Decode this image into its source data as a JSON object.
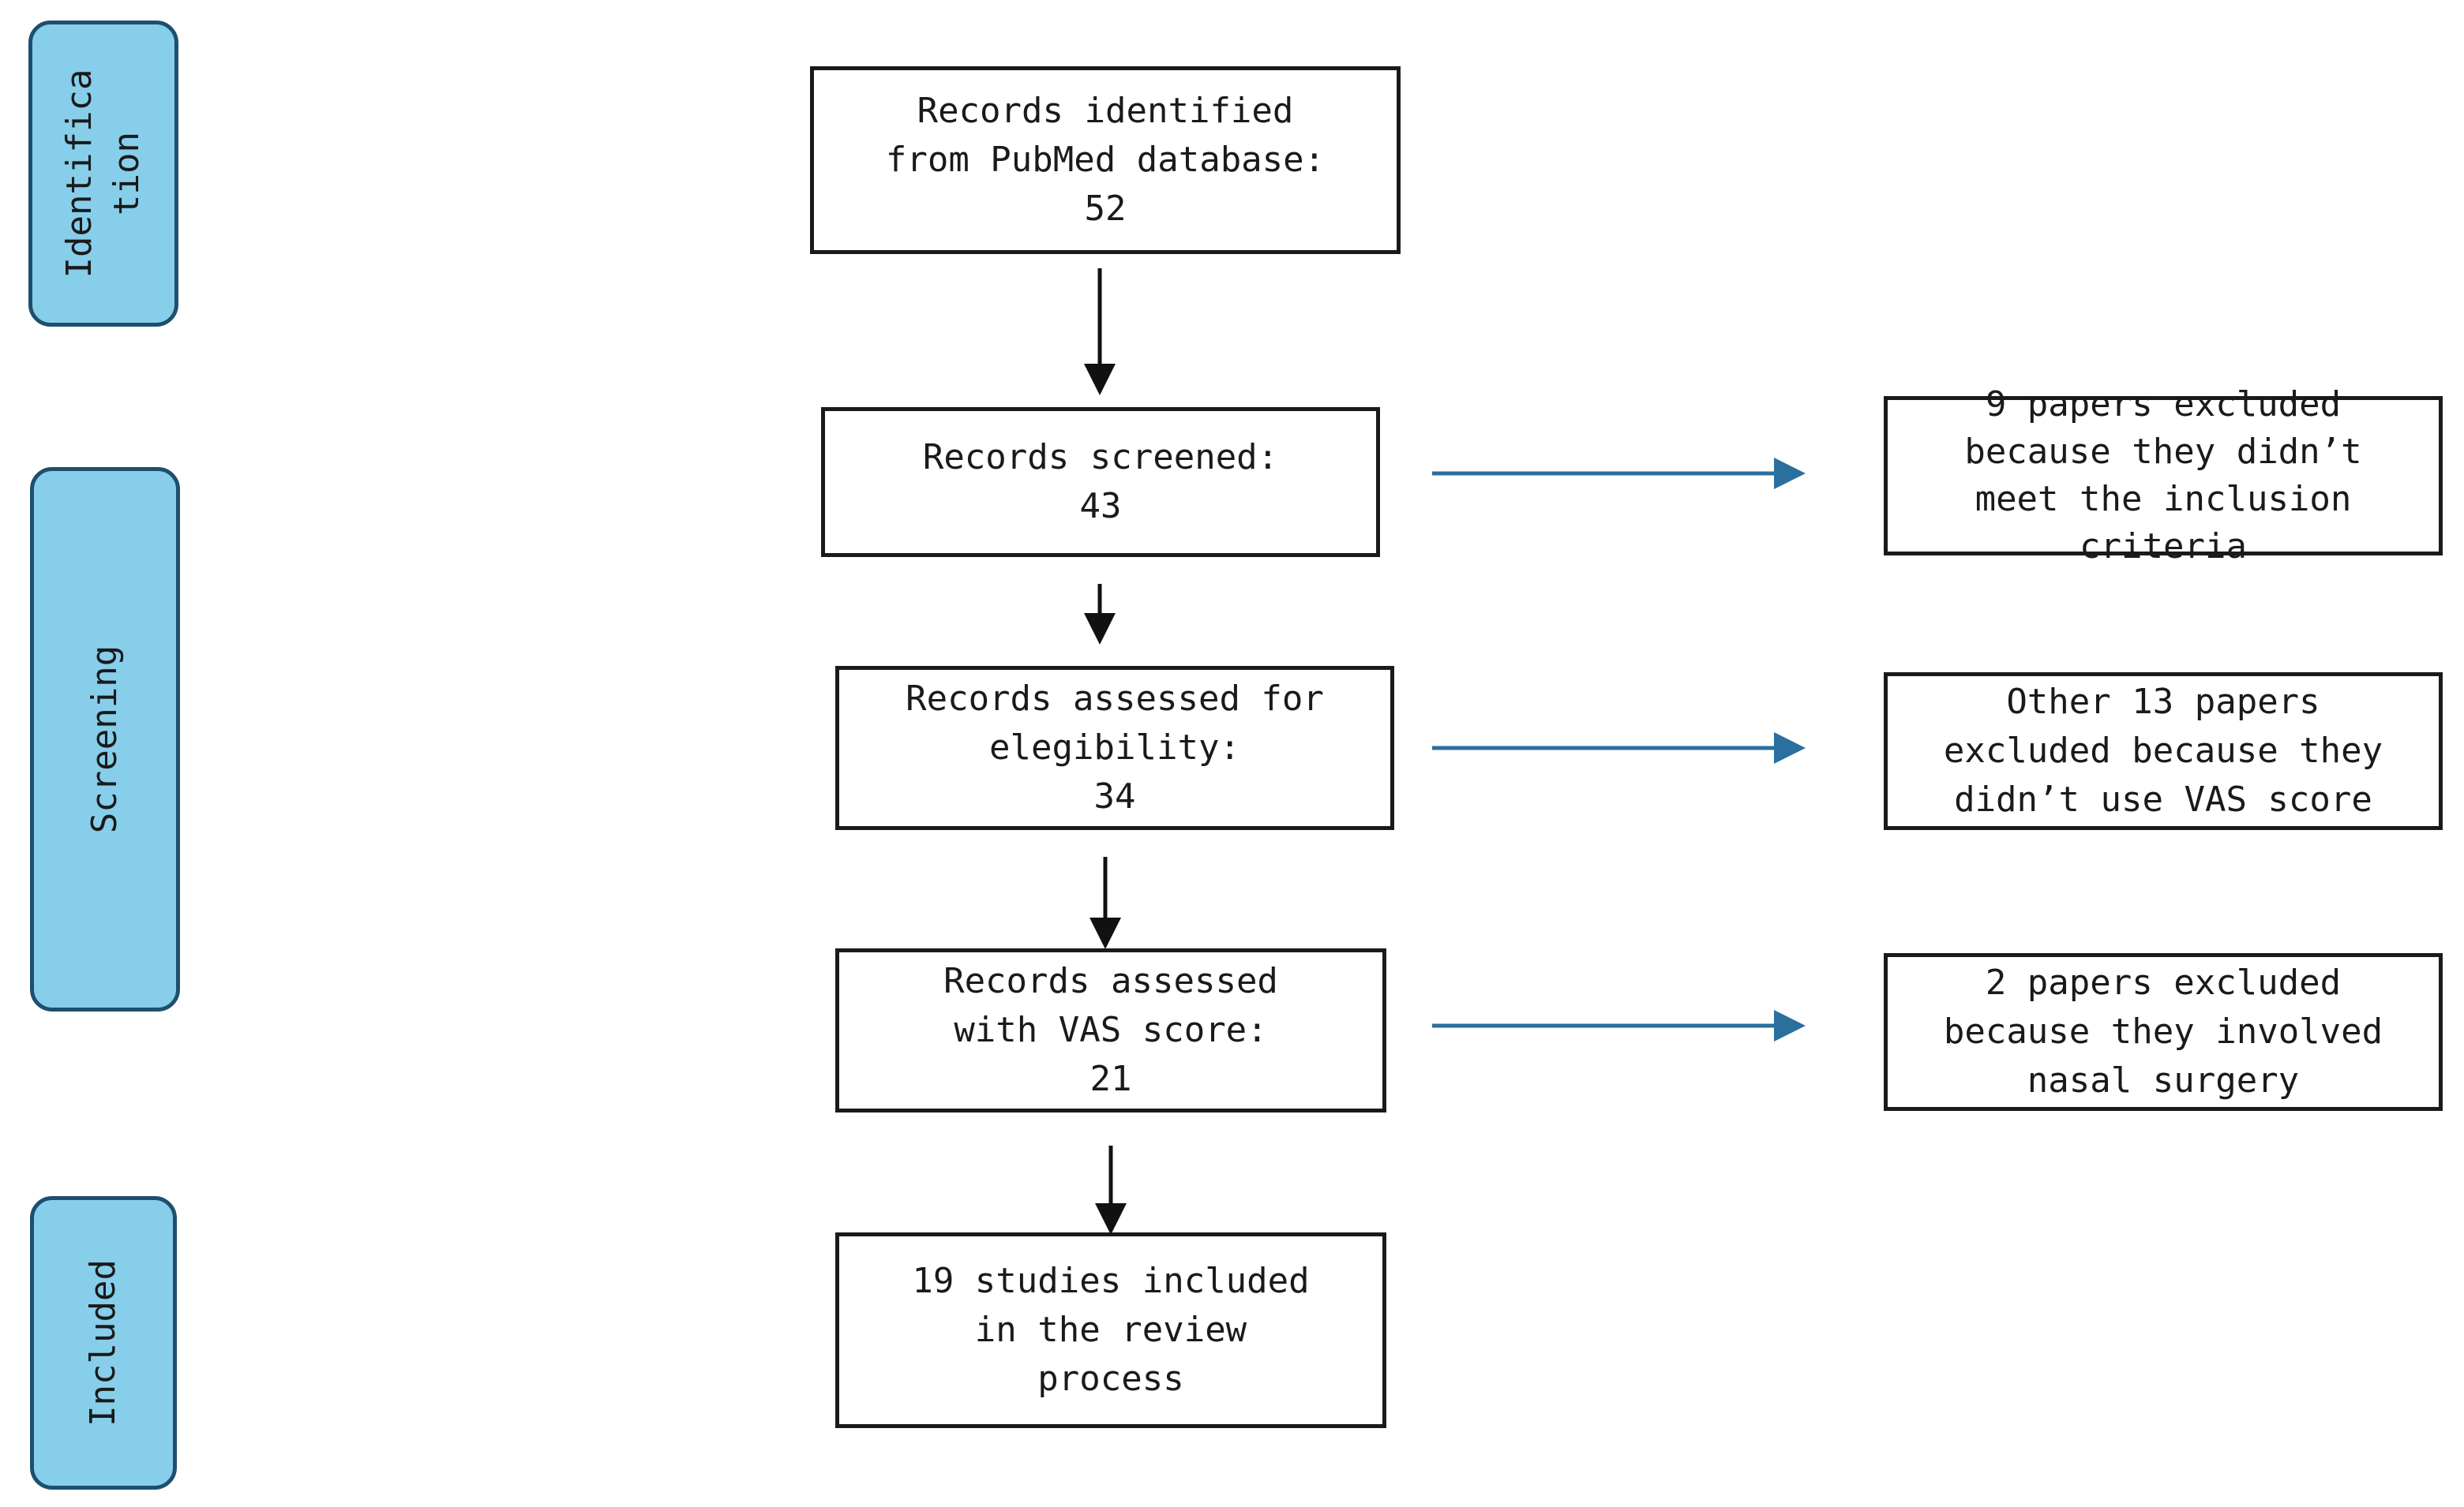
{
  "phases": {
    "identification": "Identifica\ntion",
    "screening": "Screening",
    "included": "Included"
  },
  "boxes": {
    "identified": "Records identified\nfrom PubMed database:\n52",
    "screened": "Records  screened:\n43",
    "eligibility": "Records assessed for\nelegibility:\n34",
    "vas": "Records assessed\nwith VAS score:\n21",
    "included": "19 studies included\nin the review\nprocess"
  },
  "exclusions": {
    "criteria": "9 papers excluded\nbecause they didn’t\nmeet the inclusion\ncriteria",
    "no_vas": "Other 13 papers\nexcluded because they\ndidn’t use VAS score",
    "surgery": "2 papers excluded\nbecause they involved\nnasal surgery"
  },
  "colors": {
    "phase_fill": "#87CEEB",
    "phase_border": "#1e4f6e",
    "box_border": "#1a1a1a",
    "down_arrow": "#111111",
    "side_arrow": "#2a6f9e"
  }
}
